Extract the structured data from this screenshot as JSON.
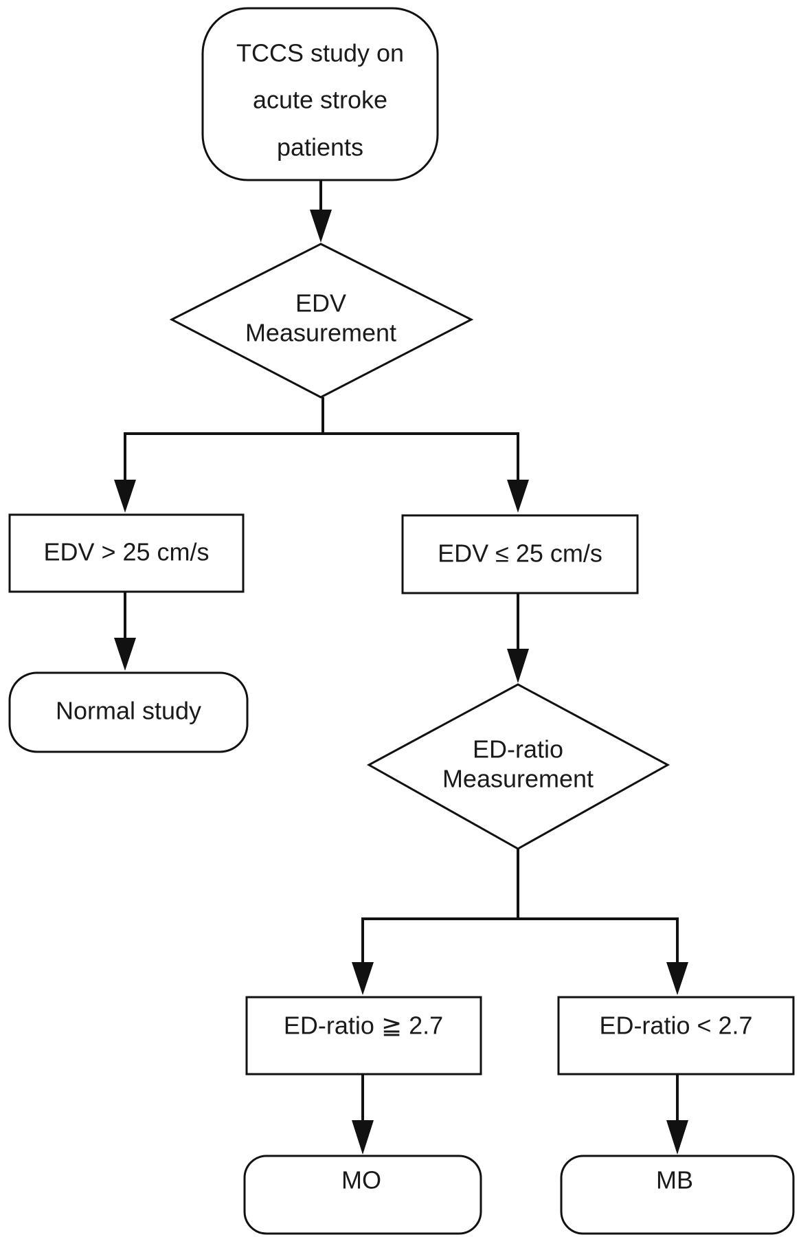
{
  "diagram": {
    "start": {
      "line1": "TCCS study on",
      "line2": "acute stroke",
      "line3": "patients"
    },
    "decision_edv": {
      "line1": "EDV",
      "line2": "Measurement"
    },
    "edv_high": {
      "label": "EDV > 25 cm/s"
    },
    "edv_low": {
      "label": "EDV ≤ 25 cm/s"
    },
    "normal": {
      "label": "Normal study"
    },
    "decision_ratio": {
      "line1": "ED-ratio",
      "line2": "Measurement"
    },
    "ratio_high": {
      "label": "ED-ratio ≧ 2.7"
    },
    "ratio_low": {
      "label": "ED-ratio < 2.7"
    },
    "mo": {
      "label": "MO"
    },
    "mb": {
      "label": "MB"
    }
  },
  "colors": {
    "stroke": "#111111",
    "text": "#1a1a1a",
    "background": "#ffffff"
  }
}
